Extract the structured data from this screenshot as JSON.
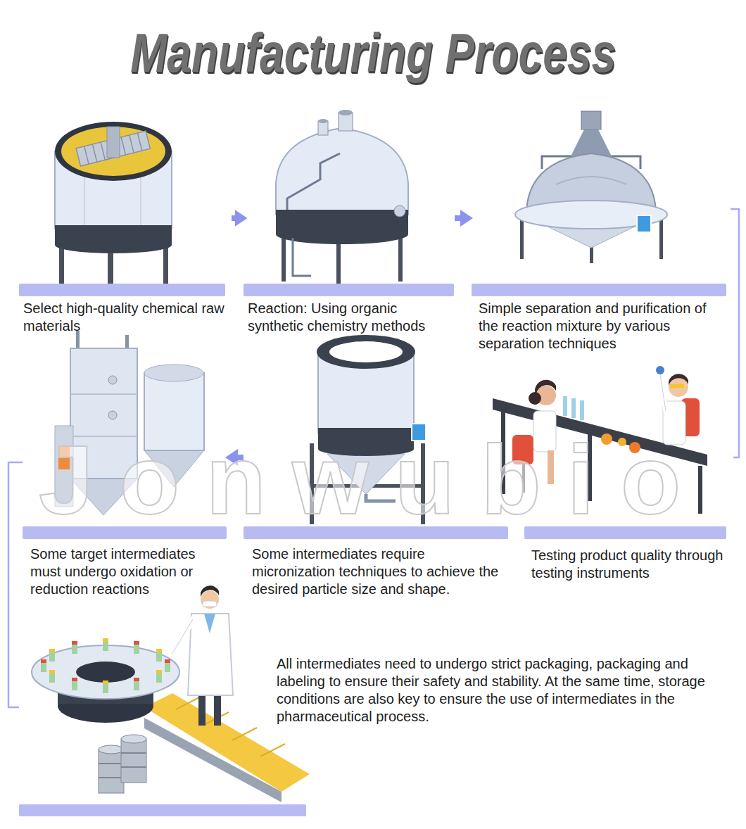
{
  "diagram": {
    "title": "Manufacturing Process",
    "nodes": [
      {
        "text": [
          "Select high-quality chemical raw materials"
        ]
      },
      {
        "text": [
          "Reaction: Using organic synthetic chemistry methods"
        ]
      },
      {
        "text": [
          "Simple separation and purification of the reaction mixture by various separation techniques"
        ]
      },
      {
        "text": [
          "Testing product quality through testing instruments"
        ]
      },
      {
        "text": [
          "Some intermediates require micronization techniques to achieve the desired particle size and shape."
        ]
      },
      {
        "text": [
          "Some target intermediates must undergo oxidation or reduction reactions"
        ]
      },
      {
        "text": [
          "All intermediates need to undergo strict packaging, packaging and labeling to ensure their safety and stability. At the same time, storage conditions are also key to ensure the use of intermediates in the pharmaceutical process."
        ]
      }
    ],
    "edges": [
      {
        "from": 0,
        "to": 1,
        "arrow": "to"
      },
      {
        "from": 1,
        "to": 2,
        "arrow": "to"
      },
      {
        "from": 2,
        "to": 3,
        "arrow": "none"
      },
      {
        "from": 4,
        "to": 5,
        "arrow": "to"
      },
      {
        "from": 5,
        "to": 6,
        "arrow": "none"
      }
    ],
    "labels": [
      "Jonwubio"
    ]
  }
}
